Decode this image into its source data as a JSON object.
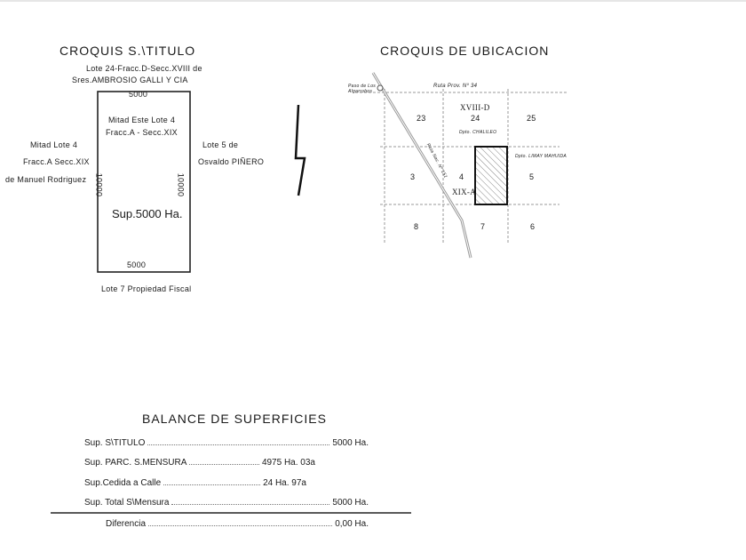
{
  "croquis_titulo": {
    "title": "CROQUIS S.\\TITULO",
    "north_line1": "Lote 24-Fracc.D-Secc.XVIII de",
    "north_line2": "Sres.AMBROSIO GALLI Y CIA",
    "top_dim": "5000",
    "bottom_dim": "5000",
    "left_dim": "10000",
    "right_dim": "10000",
    "inner_line1": "Mitad Este Lote 4",
    "inner_line2": "Fracc.A - Secc.XIX",
    "area": "Sup.5000 Ha.",
    "west_line1": "Mitad Lote 4",
    "west_line2": "Fracc.A Secc.XIX",
    "west_line3": "de Manuel Rodriguez",
    "east_line1": "Lote 5 de",
    "east_line2": "Osvaldo PIÑERO",
    "south": "Lote 7 Propiedad Fiscal"
  },
  "croquis_ubicacion": {
    "title": "CROQUIS DE UBICACION",
    "place": "Paso de Los Algarrobos",
    "road_top": "Ruta Prov. Nº 34",
    "road_diag": "Ruta Nac. Nº 151",
    "section_top": "XVIII-D",
    "section_bottom": "XIX-A",
    "dept_1": "Dpto. CHALILEO",
    "dept_2": "Dpto. LIMAY MAHUIDA",
    "lots": [
      "23",
      "24",
      "25",
      "3",
      "4",
      "5",
      "8",
      "7",
      "6"
    ]
  },
  "balance": {
    "title": "BALANCE DE SUPERFICIES",
    "rows": [
      {
        "label": "Sup. S\\TITULO",
        "value": "5000 Ha."
      },
      {
        "label": "Sup. PARC. S.MENSURA",
        "value": "4975 Ha. 03a"
      },
      {
        "label": "Sup.Cedida a Calle",
        "value": "24 Ha. 97a"
      },
      {
        "label": "Sup. Total S\\Mensura",
        "value": "5000 Ha."
      }
    ],
    "diff_label": "Diferencia",
    "diff_value": "0,00 Ha."
  }
}
